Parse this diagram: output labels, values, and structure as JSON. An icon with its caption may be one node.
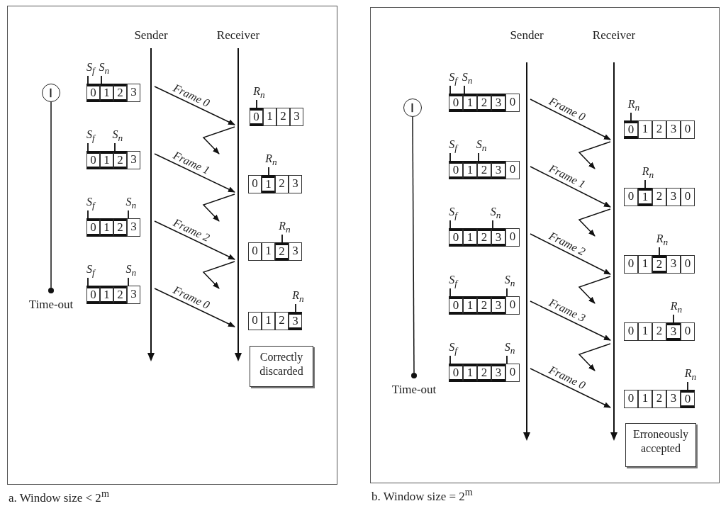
{
  "diagram": {
    "nodes": [
      {
        "text": [
          "a. Window size < 2$^{m}$"
        ]
      },
      {
        "text": [],
        "shape": "line",
        "beside": [
          "Sender"
        ],
        "in": 0
      },
      {
        "text": [],
        "shape": "line",
        "beside": [
          "Receiver"
        ],
        "in": 0
      },
      {
        "text": [],
        "shape": "circle",
        "in": 0
      },
      {
        "text": [
          "0",
          "1",
          "2",
          "3"
        ],
        "beside": [
          "S$_{f}$",
          "S$_{n}$"
        ],
        "in": 0
      },
      {
        "text": [
          "0",
          "1",
          "2",
          "3"
        ],
        "beside": [
          "R$_{n}$"
        ],
        "in": 0
      },
      {
        "text": [
          "0",
          "1",
          "2",
          "3"
        ],
        "beside": [
          "S$_{f}$",
          "S$_{n}$"
        ],
        "in": 0
      },
      {
        "text": [
          "0",
          "1",
          "2",
          "3"
        ],
        "beside": [
          "R$_{n}$"
        ],
        "in": 0
      },
      {
        "text": [
          "0",
          "1",
          "2",
          "3"
        ],
        "beside": [
          "S$_{f}$",
          "S$_{n}$"
        ],
        "in": 0
      },
      {
        "text": [
          "0",
          "1",
          "2",
          "3"
        ],
        "beside": [
          "R$_{n}$"
        ],
        "in": 0
      },
      {
        "text": [
          "0",
          "1",
          "2",
          "3"
        ],
        "beside": [
          "S$_{f}$",
          "S$_{n}$"
        ],
        "in": 0
      },
      {
        "text": [
          "0",
          "1",
          "2",
          "3"
        ],
        "beside": [
          "R$_{n}$"
        ],
        "in": 0
      },
      {
        "text": [],
        "shape": "circle",
        "beside": [
          "Time-out"
        ],
        "in": 0
      },
      {
        "text": [
          "Correctly discarded"
        ],
        "in": 0
      },
      {
        "text": [
          "b. Window size = 2$^{m}$"
        ]
      },
      {
        "text": [],
        "shape": "line",
        "beside": [
          "Sender"
        ],
        "in": 14
      },
      {
        "text": [],
        "shape": "line",
        "beside": [
          "Receiver"
        ],
        "in": 14
      },
      {
        "text": [],
        "shape": "circle",
        "in": 14
      },
      {
        "text": [
          "0",
          "1",
          "2",
          "3",
          "0"
        ],
        "beside": [
          "S$_{f}$",
          "S$_{n}$"
        ],
        "in": 14
      },
      {
        "text": [
          "0",
          "1",
          "2",
          "3",
          "0"
        ],
        "beside": [
          "R$_{n}$"
        ],
        "in": 14
      },
      {
        "text": [
          "0",
          "1",
          "2",
          "3",
          "0"
        ],
        "beside": [
          "S$_{f}$",
          "S$_{n}$"
        ],
        "in": 14
      },
      {
        "text": [
          "0",
          "1",
          "2",
          "3",
          "0"
        ],
        "beside": [
          "R$_{n}$"
        ],
        "in": 14
      },
      {
        "text": [
          "0",
          "1",
          "2",
          "3",
          "0"
        ],
        "beside": [
          "S$_{f}$",
          "S$_{n}$"
        ],
        "in": 14
      },
      {
        "text": [
          "0",
          "1",
          "2",
          "3",
          "0"
        ],
        "beside": [
          "R$_{n}$"
        ],
        "in": 14
      },
      {
        "text": [
          "0",
          "1",
          "2",
          "3",
          "0"
        ],
        "beside": [
          "S$_{f}$",
          "S$_{n}$"
        ],
        "in": 14
      },
      {
        "text": [
          "0",
          "1",
          "2",
          "3",
          "0"
        ],
        "beside": [
          "R$_{n}$"
        ],
        "in": 14
      },
      {
        "text": [
          "0",
          "1",
          "2",
          "3",
          "0"
        ],
        "beside": [
          "S$_{f}$",
          "S$_{n}$"
        ],
        "in": 14
      },
      {
        "text": [
          "0",
          "1",
          "2",
          "3",
          "0"
        ],
        "beside": [
          "R$_{n}$"
        ],
        "in": 14
      },
      {
        "text": [],
        "shape": "circle",
        "beside": [
          "Time-out"
        ],
        "in": 14
      },
      {
        "text": [
          "Erroneously accepted"
        ],
        "in": 14
      }
    ],
    "edges": [
      {
        "from": 3,
        "to": 12,
        "arrow": "none"
      },
      {
        "from": 1,
        "to": 2,
        "arrow": "to",
        "label": "Frame 0"
      },
      {
        "from": 2,
        "to": null,
        "arrow": "to"
      },
      {
        "from": 1,
        "to": 2,
        "arrow": "to",
        "label": "Frame 1"
      },
      {
        "from": 2,
        "to": null,
        "arrow": "to"
      },
      {
        "from": 1,
        "to": 2,
        "arrow": "to",
        "label": "Frame 2"
      },
      {
        "from": 2,
        "to": null,
        "arrow": "to"
      },
      {
        "from": 1,
        "to": 2,
        "arrow": "to",
        "label": "Frame 0"
      },
      {
        "from": 17,
        "to": 28,
        "arrow": "none"
      },
      {
        "from": 15,
        "to": 16,
        "arrow": "to",
        "label": "Frame 0"
      },
      {
        "from": 16,
        "to": null,
        "arrow": "to"
      },
      {
        "from": 15,
        "to": 16,
        "arrow": "to",
        "label": "Frame 1"
      },
      {
        "from": 16,
        "to": null,
        "arrow": "to"
      },
      {
        "from": 15,
        "to": 16,
        "arrow": "to",
        "label": "Frame 2"
      },
      {
        "from": 16,
        "to": null,
        "arrow": "to"
      },
      {
        "from": 15,
        "to": 16,
        "arrow": "to",
        "label": "Frame 3"
      },
      {
        "from": 16,
        "to": null,
        "arrow": "to"
      },
      {
        "from": 15,
        "to": 16,
        "arrow": "to",
        "label": "Frame 0"
      }
    ]
  }
}
